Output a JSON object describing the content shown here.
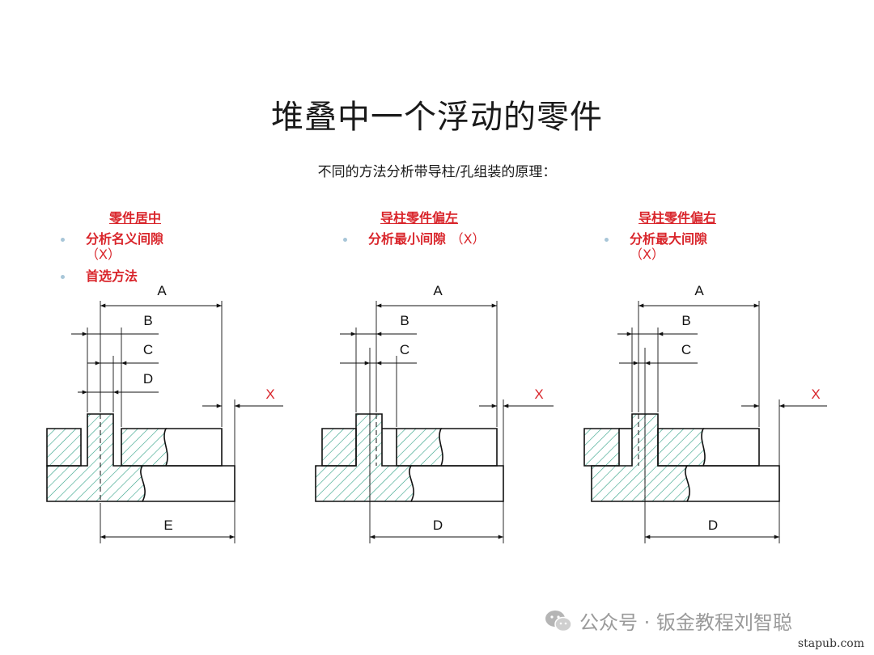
{
  "title": "堆叠中一个浮动的零件",
  "subtitle": "不同的方法分析带导柱/孔组装的原理：",
  "cases": [
    {
      "heading": "零件居中",
      "bullets": [
        {
          "text": "分析名义间隙",
          "suffix": "（X）"
        },
        {
          "text": "首选方法",
          "suffix": ""
        }
      ],
      "dims": [
        "A",
        "B",
        "C",
        "D",
        "E"
      ],
      "clearance_label": "X"
    },
    {
      "heading": "导柱零件偏左",
      "bullets": [
        {
          "text": "分析最小间隙",
          "suffix": "（X）"
        }
      ],
      "dims": [
        "A",
        "B",
        "C",
        "D"
      ],
      "clearance_label": "X"
    },
    {
      "heading": "导柱零件偏右",
      "bullets": [
        {
          "text": "分析最大间隙",
          "suffix": "（X）"
        }
      ],
      "dims": [
        "A",
        "B",
        "C",
        "D"
      ],
      "clearance_label": "X"
    }
  ],
  "watermark": {
    "text": "公众号 · 钣金教程刘智聪",
    "icon": "wechat-icon"
  },
  "site": "stapub.com",
  "colors": {
    "accent_red": "#d9252b",
    "hatch_green": "#2fa085",
    "bullet_dot": "#a8c6d8"
  }
}
